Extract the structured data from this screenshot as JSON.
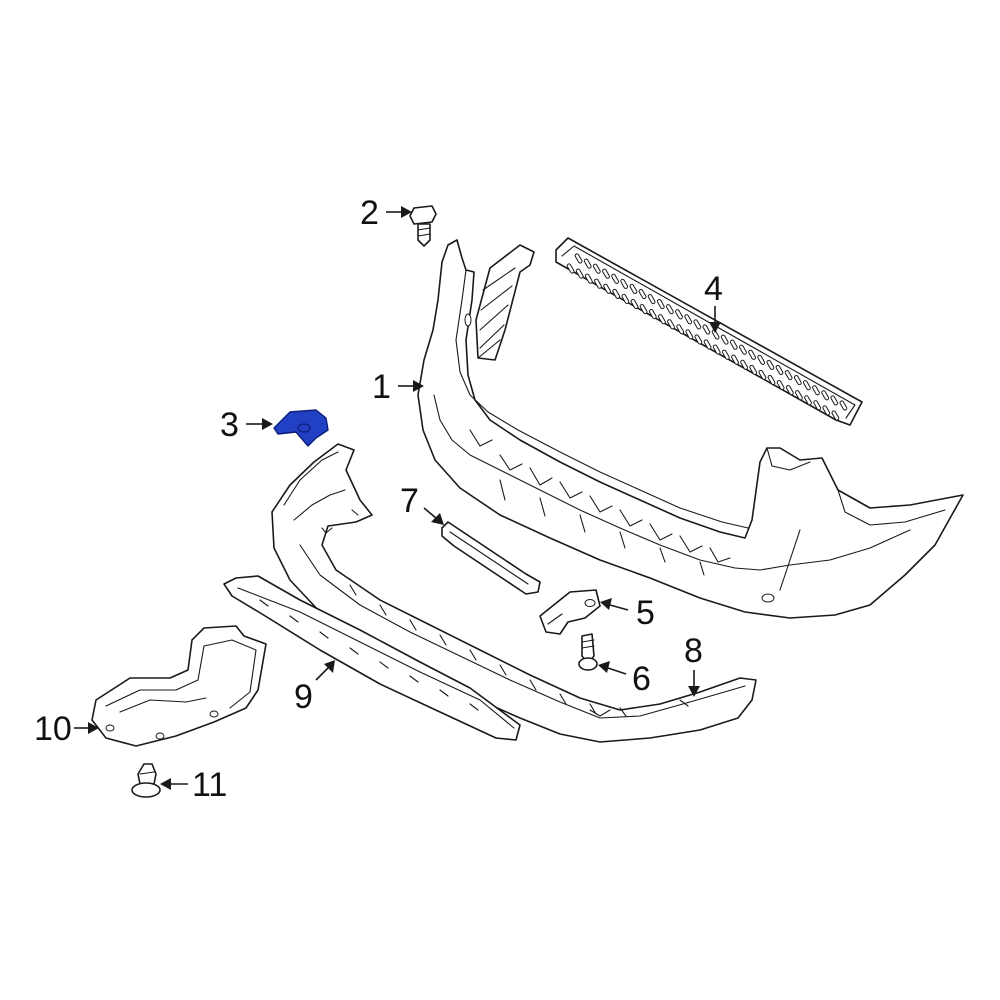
{
  "colors": {
    "line": "#1a1a1a",
    "highlight_fill": "#2140c4",
    "highlight_stroke": "#0c1e78",
    "background": "#ffffff"
  },
  "callouts": {
    "bumper_cover": "1",
    "bolt": "2",
    "bracket": "3",
    "step_pad": "4",
    "side_bracket": "5",
    "screw": "6",
    "reflector_trim": "7",
    "lower_valance": "8",
    "skid_plate": "9",
    "splash_shield": "10",
    "push_clip": "11"
  },
  "highlighted_part": "bracket"
}
